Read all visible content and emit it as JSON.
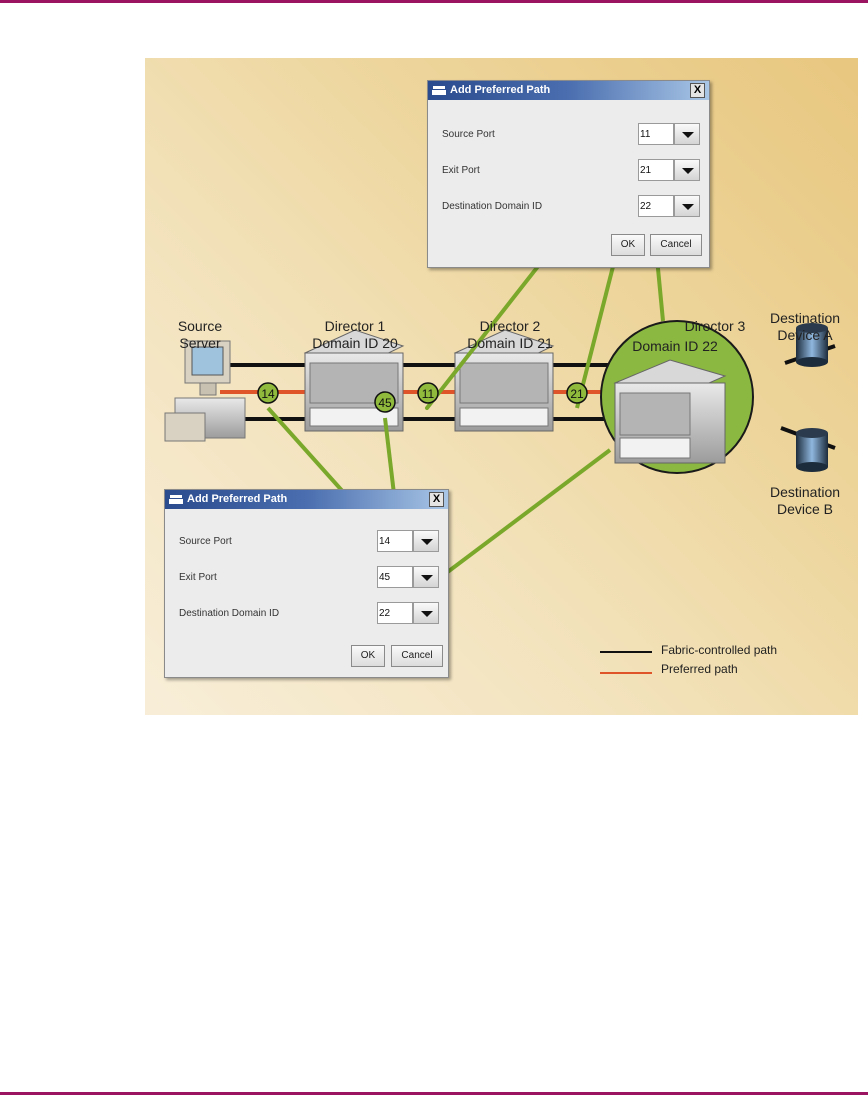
{
  "page": {
    "accent_color": "#9b1461"
  },
  "figure": {
    "nodes": {
      "source_server": {
        "label_line1": "Source",
        "label_line2": "Server"
      },
      "director1": {
        "label_line1": "Director 1",
        "label_line2": "Domain ID 20"
      },
      "director2": {
        "label_line1": "Director 2",
        "label_line2": "Domain ID 21"
      },
      "director3": {
        "label": "Director 3",
        "domain_label": "Domain ID 22"
      },
      "device_a": {
        "label_line1": "Destination",
        "label_line2": "Device A"
      },
      "device_b": {
        "label_line1": "Destination",
        "label_line2": "Device B"
      }
    },
    "ports": [
      "14",
      "45",
      "11",
      "21"
    ],
    "dialog_top": {
      "title": "Add Preferred Path",
      "close": "X",
      "fields": [
        {
          "label": "Source Port",
          "value": "11"
        },
        {
          "label": "Exit Port",
          "value": "21"
        },
        {
          "label": "Destination Domain ID",
          "value": "22"
        }
      ],
      "ok": "OK",
      "cancel": "Cancel"
    },
    "dialog_bottom": {
      "title": "Add Preferred Path",
      "close": "X",
      "fields": [
        {
          "label": "Source Port",
          "value": "14"
        },
        {
          "label": "Exit Port",
          "value": "45"
        },
        {
          "label": "Destination Domain ID",
          "value": "22"
        }
      ],
      "ok": "OK",
      "cancel": "Cancel"
    },
    "legend": [
      {
        "label": "Fabric-controlled path",
        "color": "#111111"
      },
      {
        "label": "Preferred path",
        "color": "#e0542a"
      }
    ],
    "colors": {
      "arrow": "#7aa82a",
      "port_badge": "#8fba3c",
      "director3_circle": "#8ab840"
    }
  }
}
